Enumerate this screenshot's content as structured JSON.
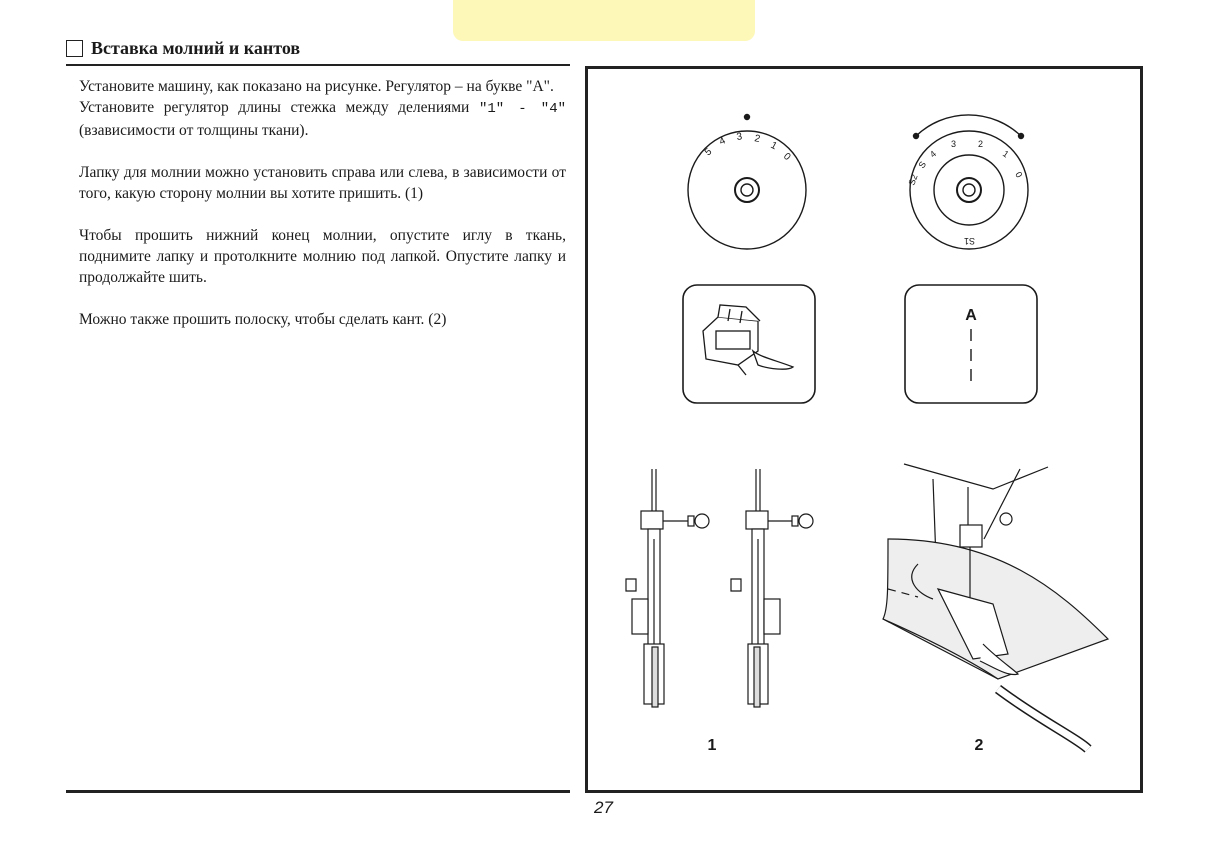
{
  "section": {
    "title": "Вставка молний и кантов"
  },
  "instructions": {
    "p1_line1": "Установите машину, как показано на рисунке. Регулятор – на букве \"A\".",
    "p1_line2_a": "Установите регулятор длины стежка между делениями",
    "p1_line2_mono": "\"1\" - \"4\"",
    "p1_line2_b": "(взависимости от толщины ткани).",
    "p2": "Лапку для молнии можно установить справа или слева, в зависимости от того, какую сторону молнии вы хотите пришить. (1)",
    "p3": "Чтобы прошить нижний конец молнии, опустите иглу в ткань, поднимите лапку и протолкните молнию под лапкой. Опустите лапку и продолжайте шить.",
    "p4": "Можно также прошить полоску, чтобы сделать кант. (2)"
  },
  "figure": {
    "dial_left_marks": [
      "5",
      "4",
      "3",
      "2",
      "1",
      "0"
    ],
    "dial_right_marks": [
      "S2",
      "S",
      "4",
      "3",
      "2",
      "1",
      "0",
      "S1"
    ],
    "pattern_letter": "A",
    "caption_1": "1",
    "caption_2": "2"
  },
  "page": {
    "number": "27"
  },
  "colors": {
    "tab": "#fdf8b8",
    "ink": "#1a1a1a"
  }
}
